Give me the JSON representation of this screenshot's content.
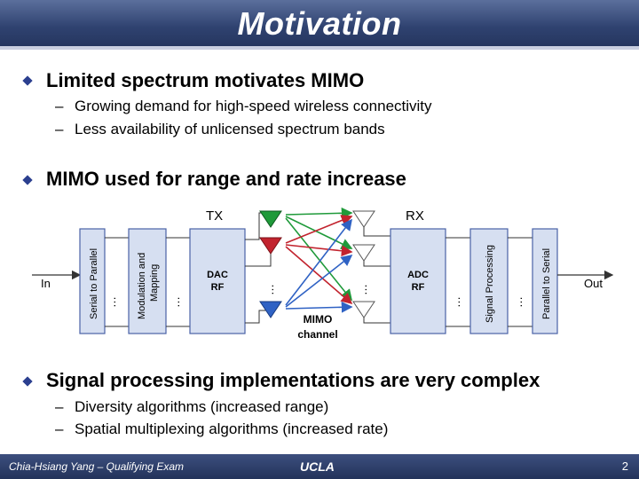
{
  "slide": {
    "title": "Motivation",
    "bullets": [
      {
        "text": "Limited spectrum motivates MIMO",
        "subs": [
          "Growing demand for high-speed wireless connectivity",
          "Less availability of unlicensed spectrum bands"
        ]
      },
      {
        "text": "MIMO used for range and rate increase",
        "subs": []
      },
      {
        "text": "Signal processing implementations are very complex",
        "subs": [
          "Diversity algorithms (increased range)",
          "Spatial multiplexing algorithms (increased rate)"
        ]
      }
    ],
    "dash": "–"
  },
  "diagram": {
    "tx_label": "TX",
    "rx_label": "RX",
    "in_label": "In",
    "out_label": "Out",
    "serial_to_parallel": "Serial to Parallel",
    "modulation_line1": "Modulation and",
    "modulation_line2": "Mapping",
    "dac_line1": "DAC",
    "dac_line2": "RF",
    "adc_line1": "ADC",
    "adc_line2": "RF",
    "signal_processing": "Signal Processing",
    "parallel_to_serial": "Parallel to Serial",
    "channel_line1": "MIMO",
    "channel_line2": "channel",
    "ellipsis": "…",
    "colors": {
      "green": "#1f9a3a",
      "red": "#c2232e",
      "blue": "#2f62c4",
      "grey": "#8a8a8a",
      "box_fill": "#d6dff1",
      "box_stroke": "#4a62a6"
    }
  },
  "footer": {
    "left": "Chia-Hsiang Yang – Qualifying Exam",
    "middle": "UCLA",
    "page": "2"
  }
}
